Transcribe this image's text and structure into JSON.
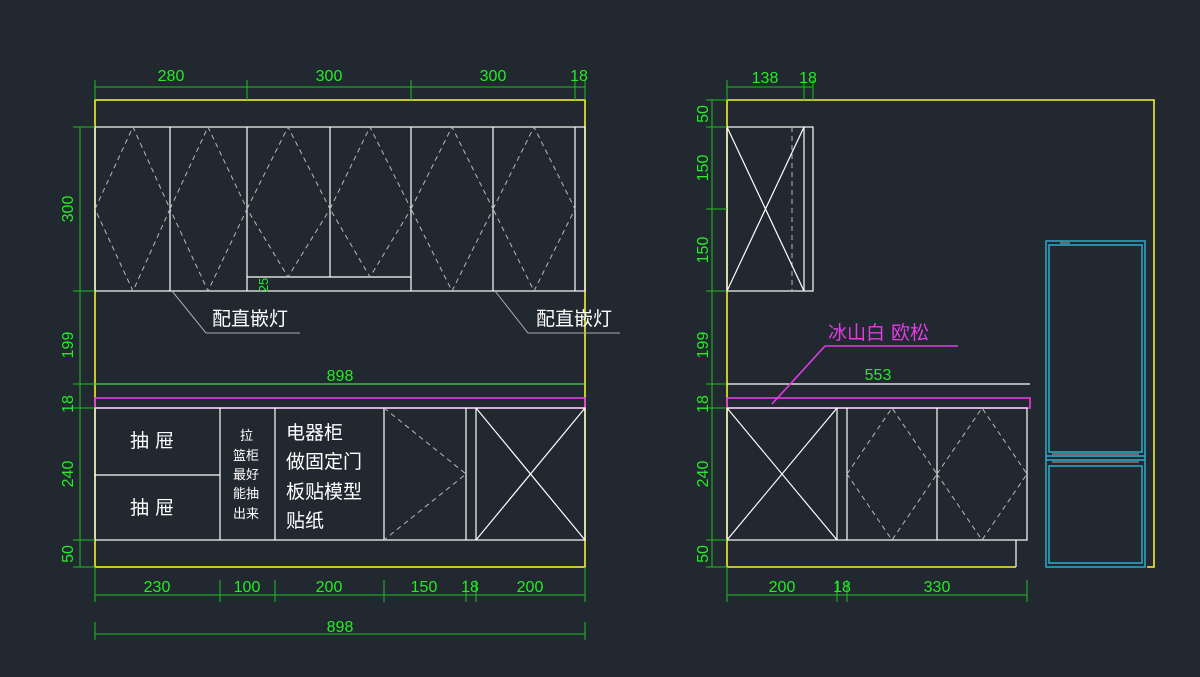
{
  "colors": {
    "background": "#212830",
    "outline": "#f2f22a",
    "cabinet_lines": "#ffffff",
    "dimension_text": "#22ee22",
    "countertop_highlight": "#e23ce6",
    "appliance": "#2bb6d6"
  },
  "front_view": {
    "top_dims": [
      "280",
      "300",
      "300",
      "18"
    ],
    "left_dims": [
      "300",
      "199",
      "18",
      "240",
      "50"
    ],
    "bottom_dims": [
      "230",
      "100",
      "200",
      "150",
      "18",
      "200"
    ],
    "total_width_top": "898",
    "total_width_bottom": "898",
    "small_dim": "25",
    "light_note_1": "配直嵌灯",
    "light_note_2": "配直嵌灯",
    "drawer_1": "抽  屉",
    "drawer_2": "抽  屉",
    "basket_note": [
      "拉",
      "篮柜",
      "最好",
      "能抽",
      "出来"
    ],
    "appliance_note": [
      "电器柜",
      "做固定门",
      "板贴模型",
      "贴纸"
    ]
  },
  "side_view": {
    "top_dims": [
      "138",
      "18"
    ],
    "left_dims": [
      "50",
      "150",
      "150",
      "199",
      "18",
      "240",
      "50"
    ],
    "width_dim": "553",
    "bottom_dims": [
      "200",
      "18",
      "330"
    ],
    "material_note": "冰山白 欧松"
  }
}
